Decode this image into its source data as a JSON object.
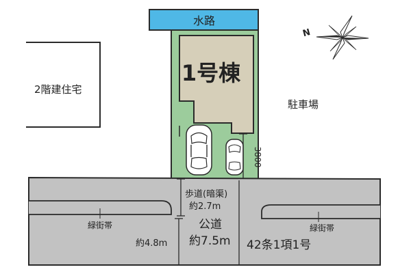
{
  "labels": {
    "waterway": "水路",
    "building": "1号棟",
    "neighbor": "2階建住宅",
    "parking": "駐車場",
    "sidewalk": "歩道(暗渠)",
    "sidewalk_width": "約2.7m",
    "green_left": "緑街帯",
    "green_right": "緑街帯",
    "public_road": "公道",
    "road_width": "約7.5m",
    "lane_width": "約4.8m",
    "road_class": "42条1項1号",
    "lot_depth": "3800",
    "compass_letter": "N"
  },
  "colors": {
    "waterway": "#4fb8e6",
    "lot": "#9ccc9c",
    "building": "#d6cfb9",
    "road": "#c2c2c2",
    "outline": "#2a2a2a"
  },
  "icons": [
    "compass-rose-icon",
    "car-icon"
  ]
}
